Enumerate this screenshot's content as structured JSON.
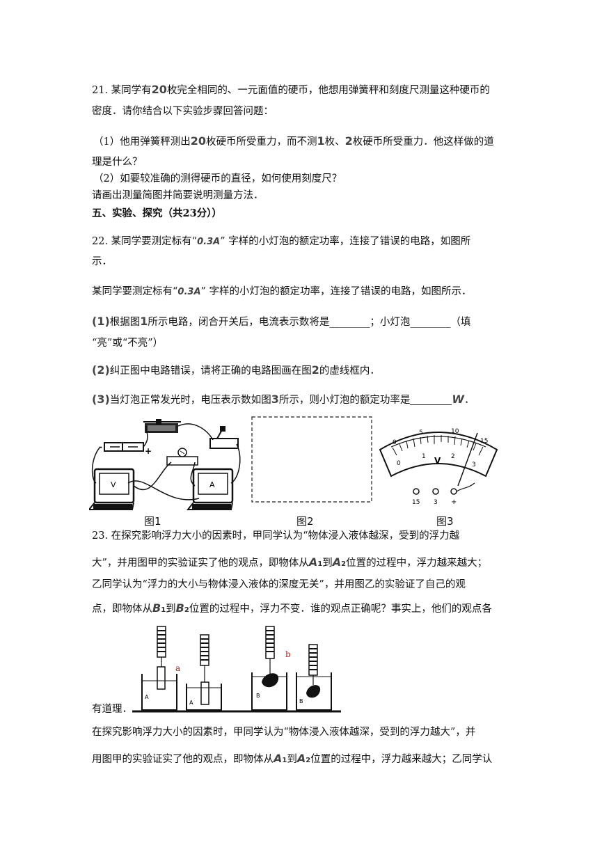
{
  "q21": {
    "l1a": "21. 某同学有",
    "n20": "20",
    "l1b": "枚完全相同的、一元面值的硬币，他想用弹簧秤和刻度尺测量这种硬币的",
    "l2": "密度．请你结合以下实验步骤回答问题：",
    "s1a": "（1）他用弹簧秤测出",
    "s1b": "枚硬币所受重力，而不测",
    "n1": "1",
    "s1c": "枚、",
    "n2": "2",
    "s1d": "枚硬币所受重力．他这样做的道",
    "s1e": "理是什么？",
    "s2": "（2）如要较准确的测得硬币的直径，如何使用刻度尺？",
    "s3": "请画出测量简图并简要说明测量方法．"
  },
  "section5": "五、实验、探究（共23分））",
  "q22": {
    "l1a": "22. 某同学要测定标有“",
    "val": "0.3A",
    "l1b": "” 字样的小灯泡的额定功率，连接了错误的电路，如图所",
    "l2": "示．",
    "r1a": "某同学要测定标有“",
    "r1b": "” 字样的小灯泡的额定功率，连接了错误的电路，如图所示．",
    "p1": "(1)",
    "p1a": "根据图",
    "f1": "1",
    "p1b": "所示电路，闭合开关后，电流表示数将是________；小灯泡________（填",
    "p1c": "“亮”或“不亮”）",
    "p2": "(2)",
    "p2a": "纠正图中电路错误，请将正确的电路图画在图",
    "f2": "2",
    "p2b": "的虚线框内．",
    "p3": "(3)",
    "p3a": "当灯泡正常发光时，电压表示数如图",
    "f3": "3",
    "p3b": "所示，则小灯泡的额定功率是",
    "unit": "W",
    "dot": "．",
    "captions": [
      "图1",
      "图2",
      "图3"
    ],
    "meter_top": [
      "0",
      "5",
      "10",
      "15"
    ],
    "meter_bottom": [
      "0",
      "1",
      "2",
      "3"
    ],
    "meter_unit": "V",
    "terminals": [
      "15",
      "3",
      "+"
    ],
    "meter1_label": "V",
    "meter2_label": "A"
  },
  "q23": {
    "l1": "23. 在探究影响浮力大小的因素时，甲同学认为“物体浸入液体越深，受到的浮力越",
    "l2a": "大”，并用图甲的实验证实了他的观点，即物体从",
    "A1": "A",
    "l2b": "到",
    "A2": "A",
    "l2c": "位置的过程中，浮力越来越大；",
    "l3": "乙同学认为“浮力的大小与物体浸入液体的深度无关”，并用图乙的实验证了自己的观",
    "l4a": "点，即物体从",
    "B1": "B",
    "l4b": "到",
    "B2": "B",
    "l4c": "位置的过程中，浮力不变．谁的观点正确呢？事实上，他们的观点各",
    "l5": "有道理．",
    "r1": "在探究影响浮力大小的因素时，甲同学认为“物体浸入液体越深，受到的浮力越大”，并",
    "r2a": "用图甲的实验证实了他的观点，即物体从",
    "r2b": "到",
    "r2c": "位置的过程中，浮力越来越大；乙同学认",
    "sub1": "1",
    "sub2": "2",
    "fig_a": "a",
    "fig_b": "b",
    "fig_labels": [
      "A",
      "A",
      "B",
      "B"
    ]
  }
}
